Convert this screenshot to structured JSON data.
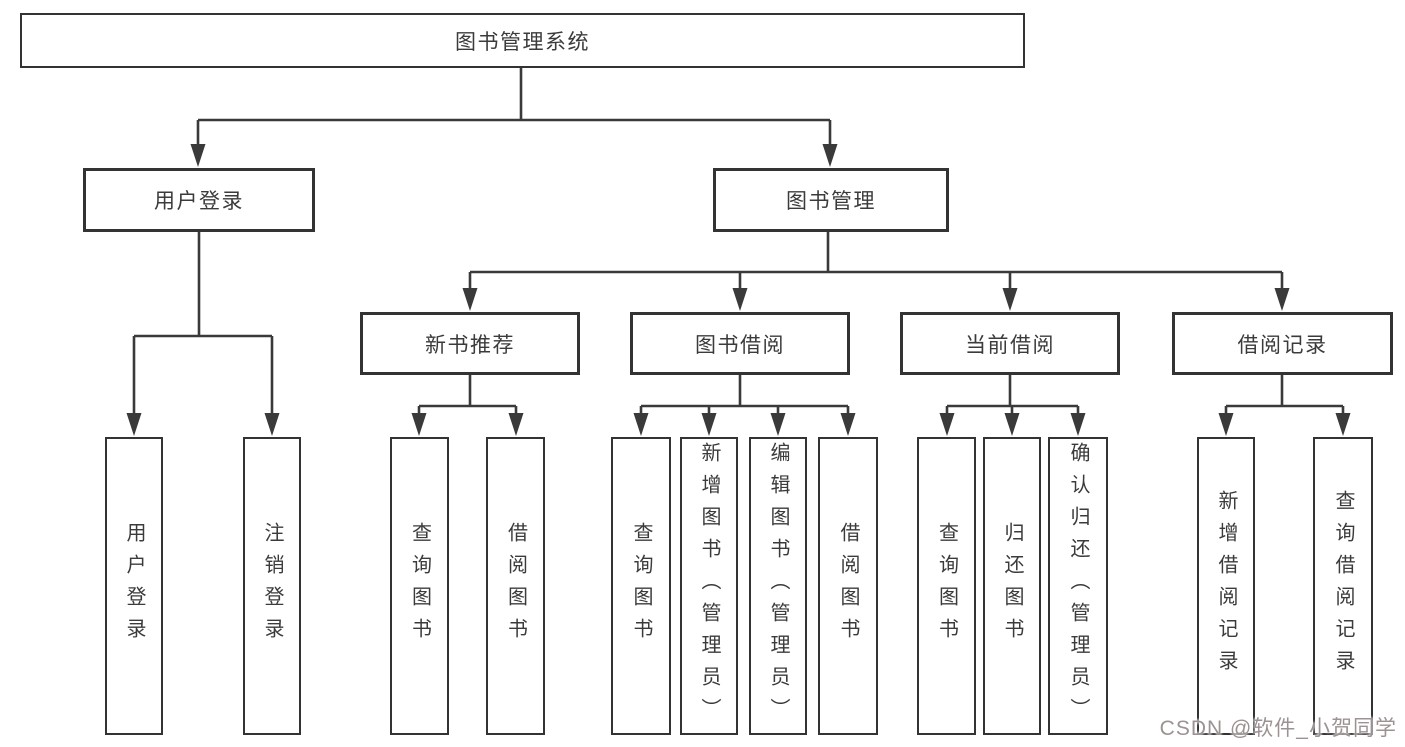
{
  "diagram": {
    "root": {
      "label": "图书管理系统",
      "children": [
        {
          "label": "用户登录",
          "children": [
            {
              "label": "用户登录"
            },
            {
              "label": "注销登录"
            }
          ]
        },
        {
          "label": "图书管理",
          "children": [
            {
              "label": "新书推荐",
              "children": [
                {
                  "label": "查询图书"
                },
                {
                  "label": "借阅图书"
                }
              ]
            },
            {
              "label": "图书借阅",
              "children": [
                {
                  "label": "查询图书"
                },
                {
                  "label": "新增图书（管理员）"
                },
                {
                  "label": "编辑图书（管理员）"
                },
                {
                  "label": "借阅图书"
                }
              ]
            },
            {
              "label": "当前借阅",
              "children": [
                {
                  "label": "查询图书"
                },
                {
                  "label": "归还图书"
                },
                {
                  "label": "确认归还（管理员）"
                }
              ]
            },
            {
              "label": "借阅记录",
              "children": [
                {
                  "label": "新增借阅记录"
                },
                {
                  "label": "查询借阅记录"
                }
              ]
            }
          ]
        }
      ]
    }
  },
  "watermark": {
    "text": "CSDN @软件_小贺同学"
  },
  "colors": {
    "line": "#3a3a3a",
    "box_border": "#333333",
    "box_fill": "#ffffff",
    "text": "#3b3b3b",
    "watermark_text": "#9c9292",
    "background": "#ffffff"
  }
}
